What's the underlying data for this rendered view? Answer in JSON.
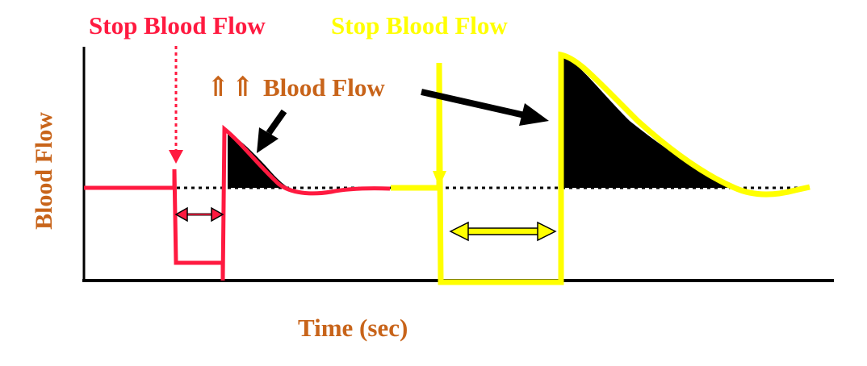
{
  "labels": {
    "stop_red": "Stop Blood Flow",
    "stop_yellow": "Stop Blood Flow",
    "increase_arrows": "⇑⇑",
    "increase_text": "Blood Flow",
    "y_axis": "Blood Flow",
    "x_axis": "Time (sec)"
  },
  "colors": {
    "red": "#ff1a40",
    "yellow": "#ffff00",
    "text_orange": "#c8641a",
    "axis": "#000000",
    "fill": "#000000"
  }
}
